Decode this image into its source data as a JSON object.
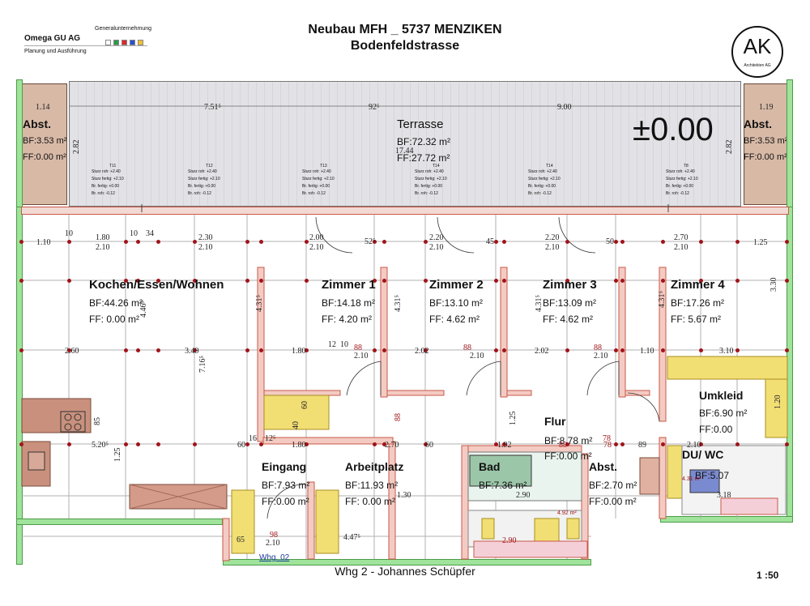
{
  "header": {
    "company_label": "Generalunternehmung",
    "company_name": "Omega GU AG",
    "company_sub": "Planung und Ausführung",
    "title_line1": "Neubau MFH _ 5737 MENZIKEN",
    "title_line2": "Bodenfeldstrasse",
    "logo_text": "AK",
    "logo_sub": "Architekten AG",
    "swatch_colors": [
      "#ffffff",
      "#2a9a4a",
      "#e0262a",
      "#2a4fd0",
      "#f2c02a"
    ]
  },
  "level": "±0.00",
  "rooms": {
    "terrasse": {
      "name": "Terrasse",
      "bf": "BF:72.32 m²",
      "ff": "FF:27.72 m²"
    },
    "abst_left": {
      "name": "Abst.",
      "bf": "BF:3.53 m²",
      "ff": "FF:0.00 m²"
    },
    "abst_right": {
      "name": "Abst.",
      "bf": "BF:3.53 m²",
      "ff": "FF:0.00 m²"
    },
    "kochen": {
      "name": "Kochen/Essen/Wohnen",
      "bf": "BF:44.26 m²",
      "ff": "FF:  0.00 m²"
    },
    "zimmer1": {
      "name": "Zimmer 1",
      "bf": "BF:14.18 m²",
      "ff": "FF:  4.20 m²"
    },
    "zimmer2": {
      "name": "Zimmer 2",
      "bf": "BF:13.10 m²",
      "ff": "FF:  4.62 m²"
    },
    "zimmer3": {
      "name": "Zimmer 3",
      "bf": "BF:13.09 m²",
      "ff": "FF:  4.62 m²"
    },
    "zimmer4": {
      "name": "Zimmer 4",
      "bf": "BF:17.26 m²",
      "ff": "FF:  5.67 m²"
    },
    "umkleid": {
      "name": "Umkleid",
      "bf": "BF:6.90 m²",
      "ff": "FF:0.00"
    },
    "flur": {
      "name": "Flur",
      "bf": "BF:8.78 m²",
      "ff": "FF:0.00 m²"
    },
    "eingang": {
      "name": "Eingang",
      "bf": "BF:7.93 m²",
      "ff": "FF:0.00 m²"
    },
    "arbeitplatz": {
      "name": "Arbeitplatz",
      "bf": "BF:11.93 m²",
      "ff": "FF:  0.00 m²"
    },
    "bad": {
      "name": "Bad",
      "bf": "BF:7.36 m²"
    },
    "abst_flur": {
      "name": "Abst.",
      "bf": "BF:2.70 m²",
      "ff": "FF:0.00 m²"
    },
    "duwc": {
      "name": "DU/ WC",
      "bf": "BF:5.07"
    }
  },
  "dims": {
    "top_row": [
      "1.14",
      "7.51⁵",
      "92⁵",
      "9.00",
      "1.19"
    ],
    "terrace_vertical": [
      "2.82",
      "17.44",
      "2.82"
    ],
    "row1": [
      "1.10",
      "10",
      "1.80",
      "2.10",
      "10",
      "34",
      "2.30",
      "2.10",
      "2.00",
      "2.10",
      "52⁵",
      "2.20",
      "2.10",
      "45",
      "2.20",
      "2.10",
      "50",
      "2.70",
      "2.10",
      "1.25"
    ],
    "row2": [
      "2.60",
      "3.49",
      "1.80",
      "12",
      "10",
      "88",
      "2.10",
      "2.02",
      "88",
      "2.10",
      "2.02",
      "88",
      "2.10",
      "1.10",
      "3.10"
    ],
    "row3": [
      "5.20⁵",
      "60",
      "16",
      "12⁵",
      "1.80",
      "2.70",
      "60",
      "1.92",
      "88",
      "78",
      "89",
      "78",
      "2.10"
    ],
    "row4": [
      "1.30",
      "2.90",
      "3.18"
    ],
    "bottom": [
      "2.10",
      "98",
      "4.47⁵",
      "2.90",
      "65"
    ],
    "vertical": [
      "4.46⁵",
      "7.16⁵",
      "4.31⁵",
      "4.31⁵",
      "4.31⁵",
      "4.31⁵",
      "3.30",
      "1.20",
      "85",
      "1.25",
      "88",
      "1.25",
      "60",
      "40"
    ],
    "lintel_labels": [
      "T11",
      "T12",
      "T13",
      "T14",
      "T14",
      "T8"
    ],
    "lintel_rows": [
      "Sturz roh:  +2.40",
      "Sturz fertig: +2.10",
      "Br. fertig:   +0.00",
      "Br. roh:    -0.12"
    ],
    "bath_area": "4.92 m²",
    "duwc_area": "4.31 m²"
  },
  "footer": {
    "unit": "Whg. 02",
    "owner": "Whg 2 - Johannes Schüpfer",
    "scale": "1 :50"
  }
}
